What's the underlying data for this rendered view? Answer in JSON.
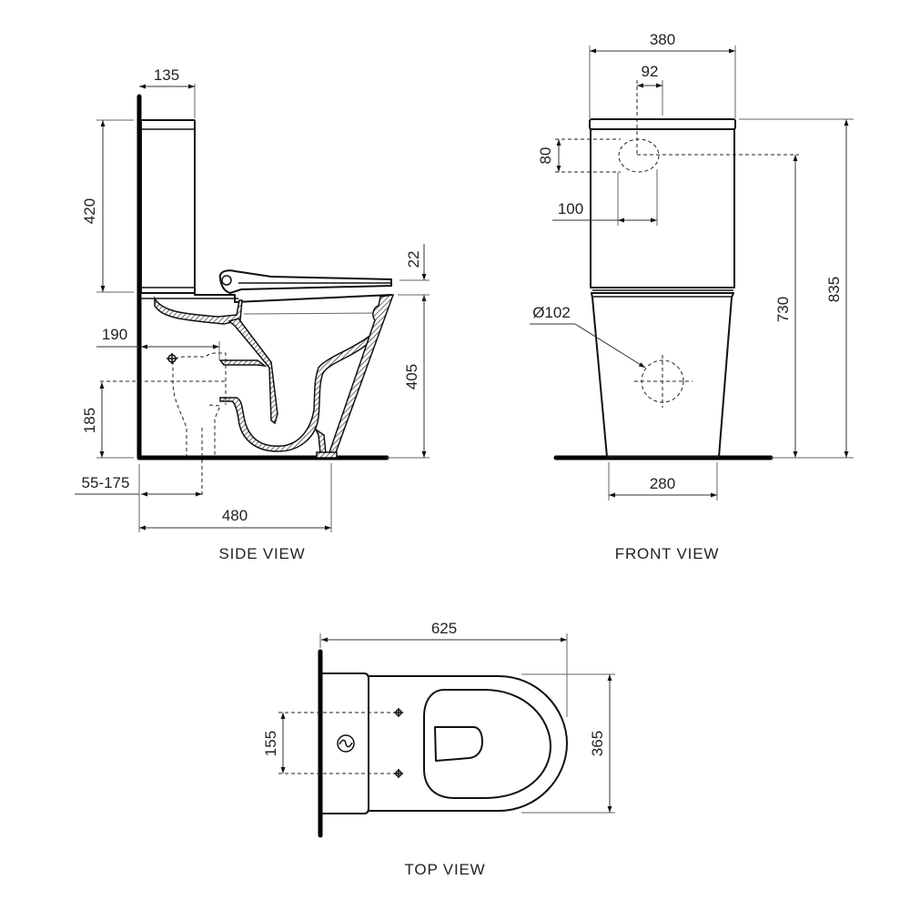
{
  "views": {
    "side": {
      "title": "SIDE VIEW",
      "dims": {
        "tank_depth": "135",
        "tank_height": "420",
        "seat_thickness": "22",
        "bowl_height": "405",
        "inlet_offset": "190",
        "outlet_height": "185",
        "outlet_setout": "55-175",
        "overall_depth": "480"
      }
    },
    "front": {
      "title": "FRONT VIEW",
      "dims": {
        "tank_width": "380",
        "button_offset": "92",
        "button_height": "80",
        "button_width": "100",
        "inlet_diameter": "Ø102",
        "button_height_from_floor": "730",
        "overall_height": "835",
        "base_width": "280"
      }
    },
    "top": {
      "title": "TOP VIEW",
      "dims": {
        "overall_length": "625",
        "fixing_spacing": "155",
        "overall_width": "365"
      }
    }
  },
  "colors": {
    "line": "#111111",
    "dimension": "#333333",
    "background": "#ffffff"
  }
}
